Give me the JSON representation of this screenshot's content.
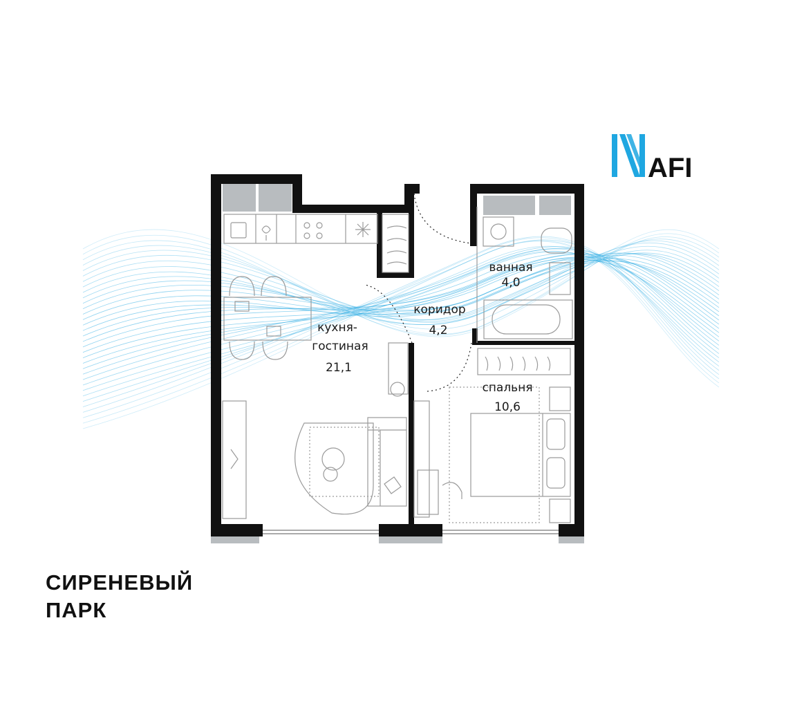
{
  "logo": {
    "text": "AFI",
    "mark_icon": "afi-x-mark-icon",
    "brand_color": "#1fa7e1"
  },
  "project": {
    "line1": "СИРЕНЕВЫЙ",
    "line2": "ПАРК"
  },
  "rooms": {
    "kitchen": {
      "name_line1": "кухня-",
      "name_line2": "гостиная",
      "area": "21,1"
    },
    "corridor": {
      "name": "коридор",
      "area": "4,2"
    },
    "bathroom": {
      "name": "ванная",
      "area": "4,0"
    },
    "bedroom": {
      "name": "спальня",
      "area": "10,6"
    }
  },
  "colors": {
    "wall": "#111111",
    "window": "#b8bcbf",
    "furniture": "#9a9a9a",
    "wave": "#3fb3e6"
  }
}
